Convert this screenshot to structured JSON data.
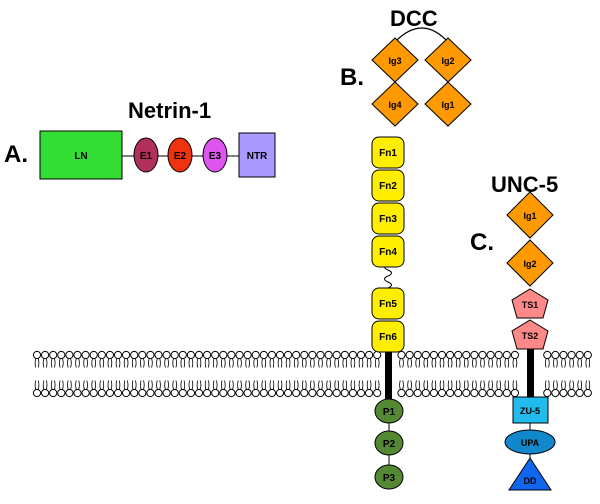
{
  "netrin": {
    "letter": "A.",
    "title": "Netrin-1",
    "domains": [
      "LN",
      "E1",
      "E2",
      "E3",
      "NTR"
    ]
  },
  "dcc": {
    "letter": "B.",
    "title": "DCC",
    "ig": [
      "Ig3",
      "Ig2",
      "Ig4",
      "Ig1"
    ],
    "fn": [
      "Fn1",
      "Fn2",
      "Fn3",
      "Fn4",
      "Fn5",
      "Fn6"
    ],
    "p": [
      "P1",
      "P2",
      "P3"
    ]
  },
  "unc5": {
    "letter": "C.",
    "title": "UNC-5",
    "ig": [
      "Ig1",
      "Ig2"
    ],
    "ts": [
      "TS1",
      "TS2"
    ],
    "zu5": "ZU-5",
    "upa": "UPA",
    "dd": "DD"
  },
  "colors": {
    "ln": "#33dd33",
    "e1": "#b0305a",
    "e2": "#ee3311",
    "e3": "#dd55ee",
    "ntr": "#aa99ff",
    "ig": "#ff9900",
    "fn": "#ffee00",
    "p": "#558833",
    "ts": "#ff8888",
    "zu5": "#22bbee",
    "upa": "#1188cc",
    "dd": "#1166ee"
  }
}
